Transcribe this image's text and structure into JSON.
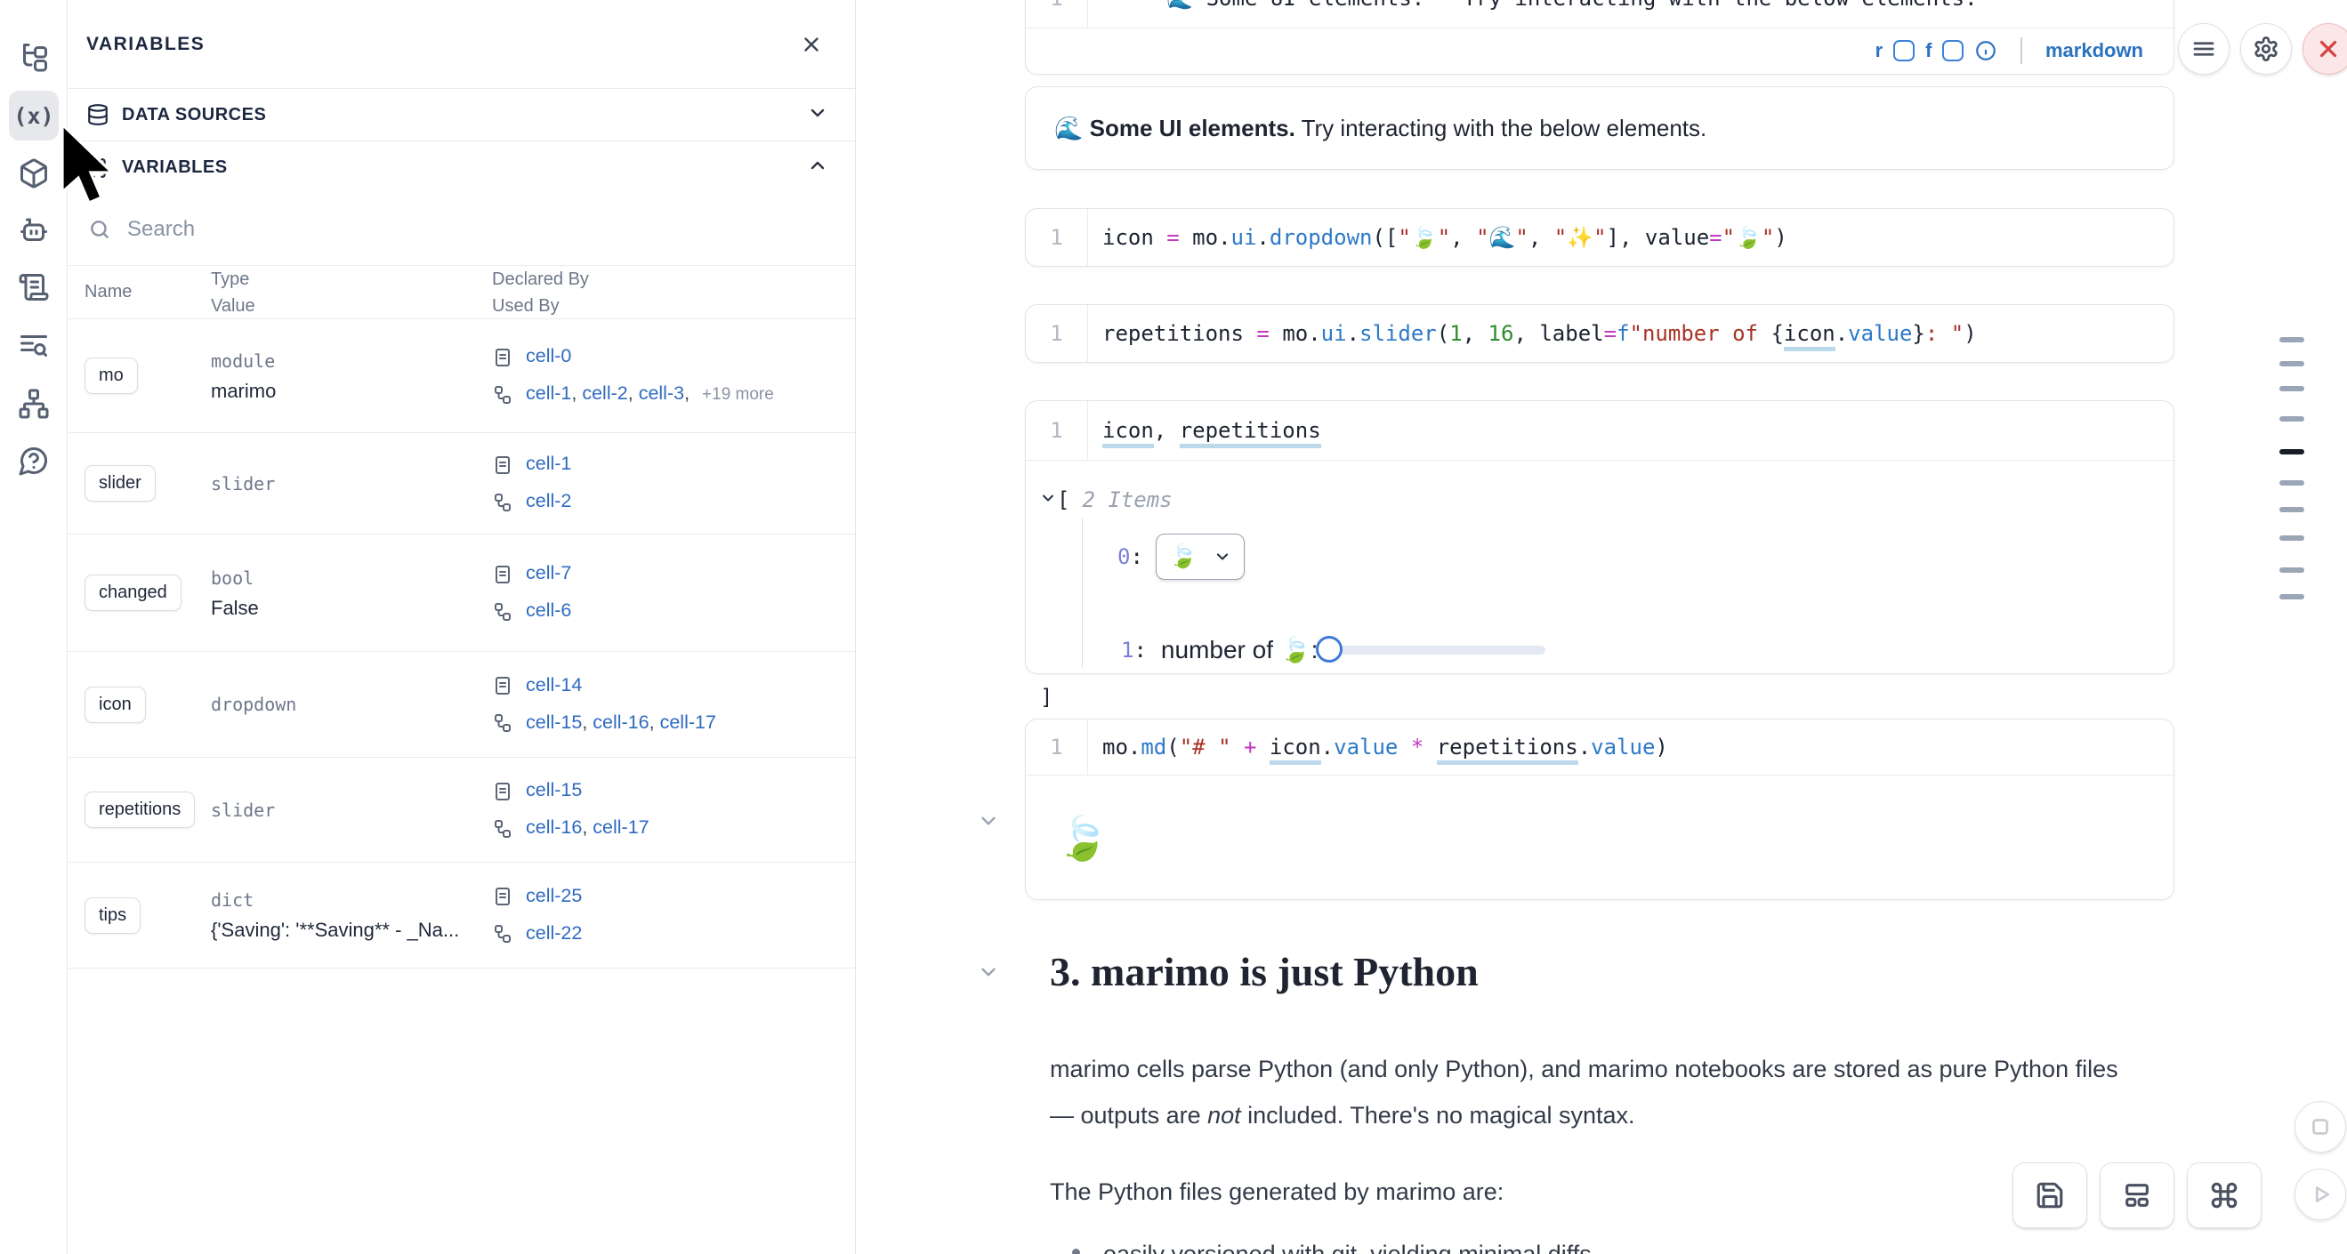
{
  "sidebar": {
    "icons": [
      {
        "name": "file-tree-icon"
      },
      {
        "name": "variables-icon",
        "glyph": "(x)",
        "active": true
      },
      {
        "name": "package-icon"
      },
      {
        "name": "bot-icon"
      },
      {
        "name": "scroll-icon"
      },
      {
        "name": "doc-search-icon"
      },
      {
        "name": "network-icon"
      },
      {
        "name": "help-icon"
      }
    ]
  },
  "panel": {
    "title": "VARIABLES",
    "sections": {
      "data_sources": "DATA SOURCES",
      "variables": "VARIABLES"
    },
    "search_placeholder": "Search",
    "table_headers": {
      "name": "Name",
      "type": "Type",
      "value": "Value",
      "declared_by": "Declared By",
      "used_by": "Used By"
    },
    "rows": [
      {
        "name": "mo",
        "type": "module",
        "value": "marimo",
        "declared": [
          "cell-0"
        ],
        "used": [
          "cell-1",
          "cell-2",
          "cell-3"
        ],
        "used_more": "+19 more"
      },
      {
        "name": "slider",
        "type": "slider",
        "value": "",
        "declared": [
          "cell-1"
        ],
        "used": [
          "cell-2"
        ]
      },
      {
        "name": "changed",
        "type": "bool",
        "value": "False",
        "declared": [
          "cell-7"
        ],
        "used": [
          "cell-6"
        ]
      },
      {
        "name": "icon",
        "type": "dropdown",
        "value": "",
        "declared": [
          "cell-14"
        ],
        "used": [
          "cell-15",
          "cell-16",
          "cell-17"
        ]
      },
      {
        "name": "repetitions",
        "type": "slider",
        "value": "",
        "declared": [
          "cell-15"
        ],
        "used": [
          "cell-16",
          "cell-17"
        ]
      },
      {
        "name": "tips",
        "type": "dict",
        "value": "{'Saving': '**Saving** - _Na...",
        "declared": [
          "cell-25"
        ],
        "used": [
          "cell-22"
        ]
      }
    ]
  },
  "notebook": {
    "cell_md": {
      "line_no": "1",
      "tokens": [
        {
          "t": "\"\"\"",
          "c": "str"
        },
        {
          "t": "**🌊 Some UI elements.** Try interacting with the below elements.",
          "c": "pl"
        }
      ],
      "footer": {
        "hint1": "r",
        "hint2": "f",
        "lang": "markdown"
      }
    },
    "output_md": {
      "emoji": "🌊 ",
      "bold": "Some UI elements.",
      "rest": " Try interacting with the below elements."
    },
    "cell_dropdown": {
      "line_no": "1",
      "tokens": [
        {
          "t": "icon",
          "c": "v"
        },
        {
          "t": " ",
          "c": "p"
        },
        {
          "t": "=",
          "c": "o"
        },
        {
          "t": " ",
          "c": "p"
        },
        {
          "t": "mo",
          "c": "v"
        },
        {
          "t": ".",
          "c": "p"
        },
        {
          "t": "ui",
          "c": "fn"
        },
        {
          "t": ".",
          "c": "p"
        },
        {
          "t": "dropdown",
          "c": "fn"
        },
        {
          "t": "([",
          "c": "p"
        },
        {
          "t": "\"🍃\"",
          "c": "str"
        },
        {
          "t": ", ",
          "c": "p"
        },
        {
          "t": "\"🌊\"",
          "c": "str"
        },
        {
          "t": ", ",
          "c": "p"
        },
        {
          "t": "\"✨\"",
          "c": "str"
        },
        {
          "t": "], ",
          "c": "p"
        },
        {
          "t": "value",
          "c": "v"
        },
        {
          "t": "=",
          "c": "o"
        },
        {
          "t": "\"🍃\"",
          "c": "str"
        },
        {
          "t": ")",
          "c": "p"
        }
      ]
    },
    "cell_slider": {
      "line_no": "1",
      "tokens": [
        {
          "t": "repetitions",
          "c": "v"
        },
        {
          "t": " ",
          "c": "p"
        },
        {
          "t": "=",
          "c": "o"
        },
        {
          "t": " ",
          "c": "p"
        },
        {
          "t": "mo",
          "c": "v"
        },
        {
          "t": ".",
          "c": "p"
        },
        {
          "t": "ui",
          "c": "fn"
        },
        {
          "t": ".",
          "c": "p"
        },
        {
          "t": "slider",
          "c": "fn"
        },
        {
          "t": "(",
          "c": "p"
        },
        {
          "t": "1",
          "c": "num"
        },
        {
          "t": ", ",
          "c": "p"
        },
        {
          "t": "16",
          "c": "num"
        },
        {
          "t": ", ",
          "c": "p"
        },
        {
          "t": "label",
          "c": "v"
        },
        {
          "t": "=",
          "c": "o"
        },
        {
          "t": "f",
          "c": "fn"
        },
        {
          "t": "\"number of ",
          "c": "str"
        },
        {
          "t": "{",
          "c": "p"
        },
        {
          "t": "icon",
          "c": "uv"
        },
        {
          "t": ".",
          "c": "p"
        },
        {
          "t": "value",
          "c": "fn"
        },
        {
          "t": "}",
          "c": "p"
        },
        {
          "t": ": \"",
          "c": "str"
        },
        {
          "t": ")",
          "c": "p"
        }
      ]
    },
    "cell_tuple": {
      "line_no": "1",
      "tokens": [
        {
          "t": "icon",
          "c": "uv"
        },
        {
          "t": ", ",
          "c": "p"
        },
        {
          "t": "repetitions",
          "c": "uv"
        }
      ],
      "output": {
        "bracket_open": "[",
        "items_label": "2 Items",
        "idx0": "0",
        "colon": ":",
        "dropdown_value": "🍃",
        "idx1": "1",
        "slider_label": "number of 🍃: ",
        "bracket_close": "]"
      }
    },
    "cell_mdexpr": {
      "line_no": "1",
      "tokens": [
        {
          "t": "mo",
          "c": "v"
        },
        {
          "t": ".",
          "c": "p"
        },
        {
          "t": "md",
          "c": "fn"
        },
        {
          "t": "(",
          "c": "p"
        },
        {
          "t": "\"# \"",
          "c": "str"
        },
        {
          "t": " ",
          "c": "p"
        },
        {
          "t": "+",
          "c": "o"
        },
        {
          "t": " ",
          "c": "p"
        },
        {
          "t": "icon",
          "c": "uv"
        },
        {
          "t": ".",
          "c": "p"
        },
        {
          "t": "value",
          "c": "fn"
        },
        {
          "t": " ",
          "c": "p"
        },
        {
          "t": "*",
          "c": "o"
        },
        {
          "t": " ",
          "c": "p"
        },
        {
          "t": "repetitions",
          "c": "uv"
        },
        {
          "t": ".",
          "c": "p"
        },
        {
          "t": "value",
          "c": "fn"
        },
        {
          "t": ")",
          "c": "p"
        }
      ],
      "output_emoji": "🍃"
    },
    "markdown": {
      "heading": "3. marimo is just Python",
      "para1_line1": "marimo cells parse Python (and only Python), and marimo notebooks are stored as pure Python files",
      "para1_line2_pre": "— outputs are ",
      "para1_italic": "not",
      "para1_line2_post": " included. There's no magical syntax.",
      "para2": "The Python files generated by marimo are:",
      "bullet1": "easily versioned with git, yielding minimal diffs"
    }
  },
  "top_controls": {
    "menu_icon": "hamburger-menu",
    "settings_icon": "gear",
    "shutdown_icon": "close-x"
  },
  "bottom_controls": {
    "stop_icon": "square-stop",
    "save_icon": "floppy-save",
    "layout_icon": "layout-grid",
    "command_icon": "command-palette",
    "run_icon": "play"
  },
  "minimap": {
    "markers": [
      "i",
      "i",
      "i",
      "i",
      "a",
      "i",
      "i",
      "i",
      "i",
      "i"
    ]
  },
  "colors": {
    "accent_blue": "#2f6bbf",
    "code_fn": "#2d79c7",
    "code_str": "#a93226",
    "code_op": "#c23ac2",
    "code_num": "#2e8b2e",
    "danger_red": "#d64545",
    "minimap_active": "#171c26"
  }
}
